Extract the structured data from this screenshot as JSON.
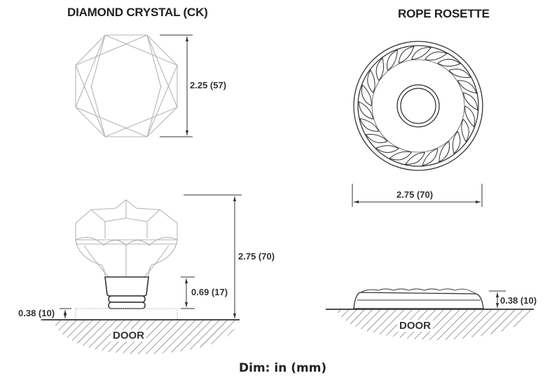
{
  "diagram": {
    "type": "technical-dimension-drawing",
    "footer": "Dim: in (mm)",
    "colors": {
      "line": "#333333",
      "light_line": "#b8b8b8",
      "text": "#222222"
    },
    "left": {
      "title": "DIAMOND CRYSTAL (CK)",
      "top_view": {
        "shape": "octagon-star",
        "dimension": "2.25 (57)"
      },
      "side_view": {
        "height_total": "2.75 (70)",
        "collar_height": "0.69 (17)",
        "base_height": "0.38 (10)",
        "surface_label": "DOOR"
      }
    },
    "right": {
      "title": "ROPE ROSETTE",
      "top_view": {
        "shape": "rope-ring",
        "dimension": "2.75 (70)"
      },
      "side_view": {
        "height": "0.38 (10)",
        "surface_label": "DOOR"
      }
    }
  }
}
